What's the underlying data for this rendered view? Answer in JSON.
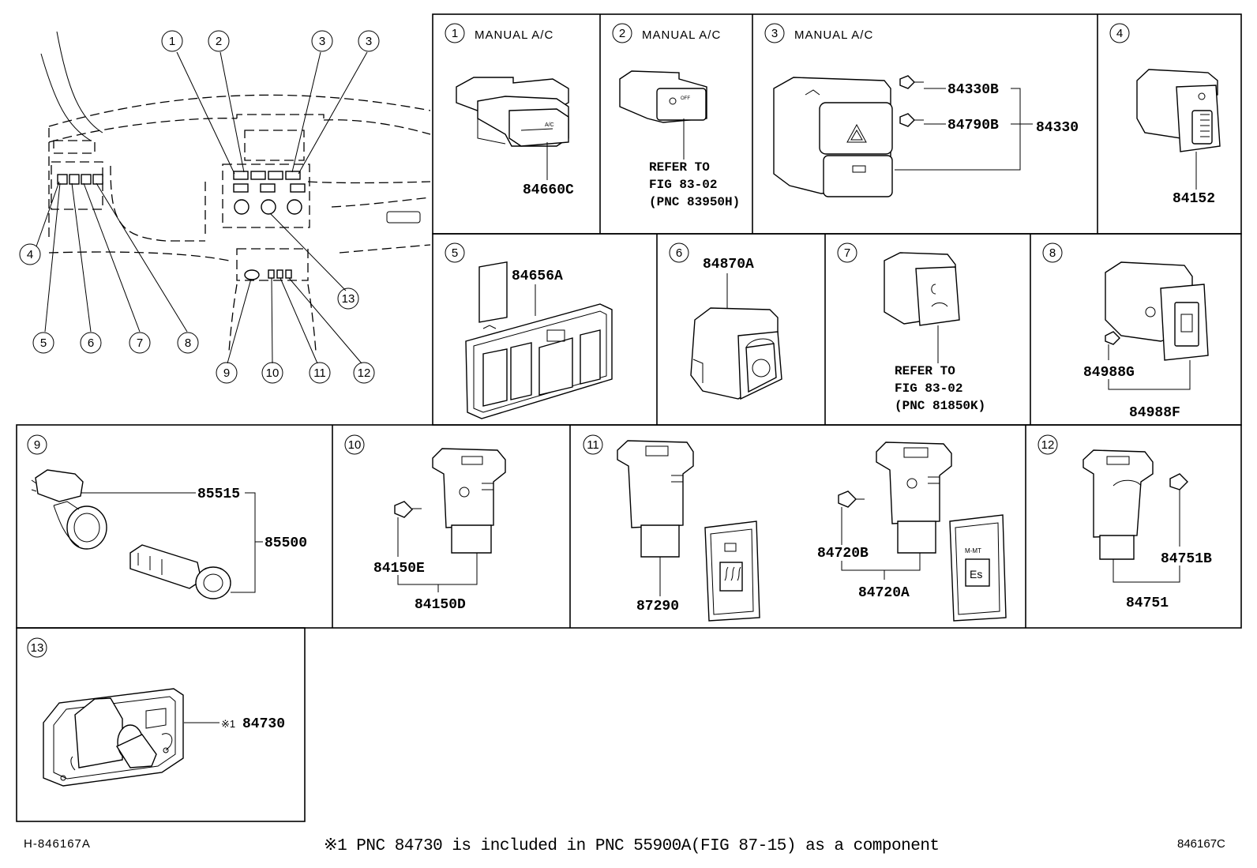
{
  "overview": {
    "callouts": [
      "1",
      "2",
      "3",
      "3",
      "4",
      "5",
      "6",
      "7",
      "8",
      "9",
      "10",
      "11",
      "12",
      "13"
    ]
  },
  "panels": [
    {
      "num": "1",
      "caption": "MANUAL A/C",
      "parts": [
        "84660C"
      ]
    },
    {
      "num": "2",
      "caption": "MANUAL A/C",
      "refer": [
        "REFER TO",
        "FIG 83-02",
        "(PNC 83950H)"
      ]
    },
    {
      "num": "3",
      "caption": "MANUAL A/C",
      "parts": [
        "84330B",
        "84790B",
        "84330"
      ]
    },
    {
      "num": "4",
      "parts": [
        "84152"
      ]
    },
    {
      "num": "5",
      "parts": [
        "84656A"
      ]
    },
    {
      "num": "6",
      "parts": [
        "84870A"
      ]
    },
    {
      "num": "7",
      "refer": [
        "REFER TO",
        "FIG 83-02",
        "(PNC 81850K)"
      ]
    },
    {
      "num": "8",
      "parts": [
        "84988G",
        "84988F"
      ]
    },
    {
      "num": "9",
      "parts": [
        "85515",
        "85500"
      ]
    },
    {
      "num": "10",
      "parts": [
        "84150E",
        "84150D"
      ]
    },
    {
      "num": "11",
      "parts": [
        "87290",
        "84720B",
        "84720A"
      ],
      "switch_labels": [
        "M-MT",
        "Es"
      ]
    },
    {
      "num": "12",
      "parts": [
        "84751B",
        "84751"
      ]
    },
    {
      "num": "13",
      "parts": [
        "84730"
      ],
      "note_mark": "※1"
    }
  ],
  "footer": {
    "left_code": "H-846167A",
    "note": "※1 PNC 84730 is included in PNC 55900A(FIG 87-15) as a component",
    "right_code": "846167C"
  }
}
